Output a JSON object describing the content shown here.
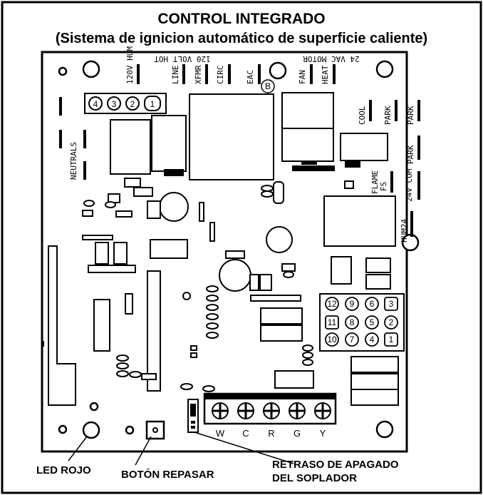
{
  "title": "CONTROL INTEGRADO",
  "subtitle": "(Sistema de ignicion automático de superficie caliente)",
  "board_labels": {
    "hot_120": "120 VOLT HOT",
    "motor_24": "24 VAC MOTOR",
    "hum_120": "120V HUM",
    "line": "LINE",
    "xfmr": "XFMR",
    "circ": "CIRC",
    "eac": "EAC",
    "fan": "FAN",
    "heat": "HEAT",
    "cool": "COOL",
    "park": "PARK",
    "neutrals": "NEUTRALS",
    "flame": "FLAME",
    "fs": "FS",
    "com_24v": "24V COM",
    "hum_24": "HUM24",
    "b_marker": "B"
  },
  "connector_pins": [
    "4",
    "3",
    "2",
    "1"
  ],
  "plug_pins": [
    "12",
    "9",
    "6",
    "3",
    "11",
    "8",
    "5",
    "2",
    "10",
    "7",
    "4",
    "1"
  ],
  "terminals": [
    "W",
    "C",
    "R",
    "G",
    "Y"
  ],
  "callouts": {
    "led": "LED ROJO",
    "reset": "BOTÓN REPASAR",
    "blower_line1": "RETRASO DE APAGADO",
    "blower_line2": "DEL SOPLADOR"
  }
}
